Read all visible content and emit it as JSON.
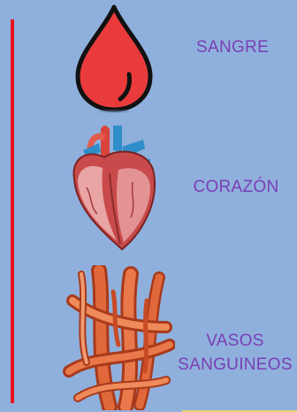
{
  "items": [
    {
      "label": "SANGRE",
      "icon": "blood-drop-icon"
    },
    {
      "label": "CORAZÓN",
      "icon": "heart-icon"
    },
    {
      "label": "VASOS\nSANGUINEOS",
      "icon": "blood-vessels-icon"
    }
  ],
  "colors": {
    "background": "#8fb0dd",
    "label_text": "#7b3fb5",
    "timeline_line": "#e8151b"
  }
}
